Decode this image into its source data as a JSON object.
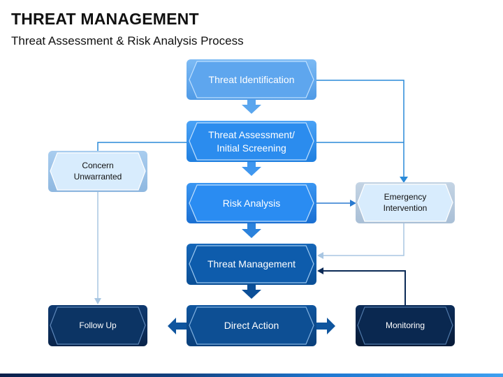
{
  "header": {
    "title": "THREAT MANAGEMENT",
    "subtitle": "Threat Assessment & Risk Analysis Process"
  },
  "nodes": {
    "threat_identification": "Threat Identification",
    "threat_assessment": "Threat Assessment/\nInitial Screening",
    "risk_analysis": "Risk Analysis",
    "threat_management": "Threat Management",
    "direct_action": "Direct Action",
    "concern_unwarranted": "Concern\nUnwarranted",
    "emergency_intervention": "Emergency\nIntervention",
    "follow_up": "Follow Up",
    "monitoring": "Monitoring"
  },
  "colors": {
    "light_blue": "#6aaef0",
    "mid_blue": "#2f8ff0",
    "dark_blue": "#0a5aa8",
    "navy": "#0b2a56",
    "pale": "#d5eafc",
    "connector": "#2a8ad8",
    "connector_dark": "#0b2a56"
  }
}
